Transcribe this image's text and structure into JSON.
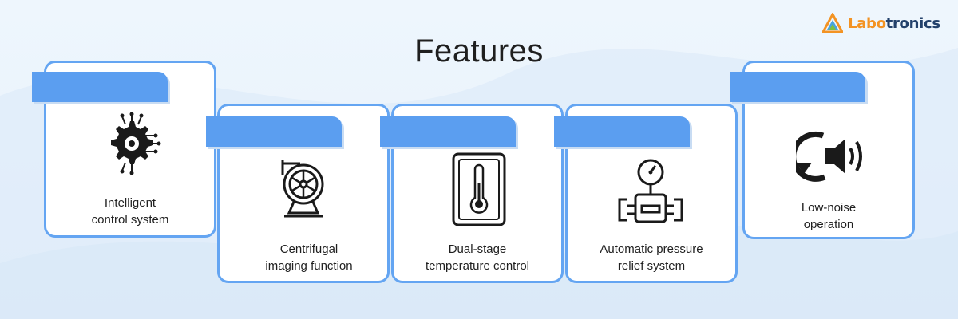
{
  "logo": {
    "text_a": "Labo",
    "text_b": "tronics"
  },
  "title": "Features",
  "features": [
    {
      "line1": "Intelligent",
      "line2": "control system",
      "icon": "cpu-gear-icon"
    },
    {
      "line1": "Centrifugal",
      "line2": "imaging function",
      "icon": "centrifugal-fan-icon"
    },
    {
      "line1": "Dual-stage",
      "line2": "temperature control",
      "icon": "thermometer-icon"
    },
    {
      "line1": "Automatic pressure",
      "line2": "relief system",
      "icon": "pressure-gauge-icon"
    },
    {
      "line1": "Low-noise",
      "line2": "operation",
      "icon": "speaker-volume-icon"
    }
  ],
  "colors": {
    "card_border": "#64a5f2",
    "tab": "#5b9ef0",
    "logo_orange": "#f39323",
    "logo_navy": "#23416b"
  }
}
